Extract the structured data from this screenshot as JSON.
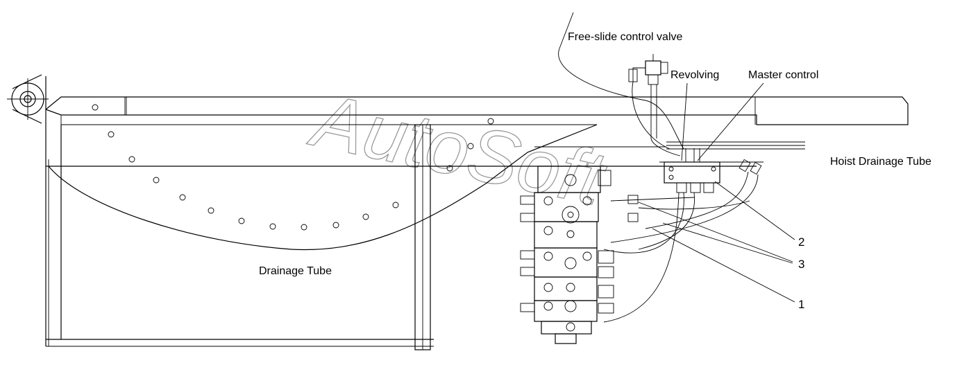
{
  "watermark": "AutoSoft",
  "labels": {
    "free_slide": "Free-slide control valve",
    "revolving": "Revolving",
    "master_control": "Master control",
    "hoist_drainage": "Hoist Drainage Tube",
    "drainage": "Drainage Tube"
  },
  "callouts": {
    "n2": "2",
    "n3": "3",
    "n1": "1"
  },
  "colors": {
    "line": "#000000",
    "watermark": "#9a9a9a",
    "background": "#ffffff"
  }
}
